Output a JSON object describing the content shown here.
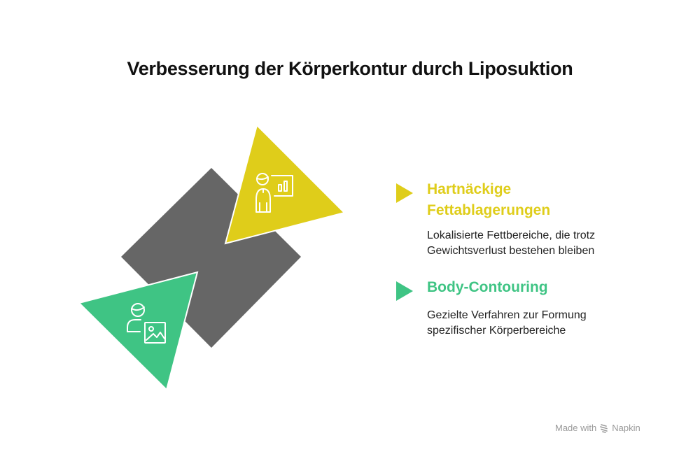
{
  "title": "Verbesserung der Körperkontur durch Liposuktion",
  "colors": {
    "diamond": "#666666",
    "yellow": "#dfcd1a",
    "green": "#3fc484",
    "icon_stroke": "#ffffff"
  },
  "graphic": {
    "center_shape": "gray-diamond",
    "triangles": [
      {
        "color": "yellow",
        "icon": "presenter-chart-icon"
      },
      {
        "color": "green",
        "icon": "person-image-icon"
      }
    ]
  },
  "items": [
    {
      "heading_line1": "Hartnäckige",
      "heading_line2": "Fettablagerungen",
      "desc_line1": "Lokalisierte Fettbereiche, die trotz",
      "desc_line2": "Gewichtsverlust bestehen bleiben",
      "marker_icon": "triangle-right-icon",
      "color": "#dfcd1a"
    },
    {
      "heading_line1": "Body-Contouring",
      "desc_line1": "Gezielte Verfahren zur Formung",
      "desc_line2": "spezifischer Körperbereiche",
      "marker_icon": "triangle-right-icon",
      "color": "#3fc484"
    }
  ],
  "footer": {
    "label": "Made with",
    "brand": "Napkin",
    "icon": "napkin-logo-icon"
  }
}
